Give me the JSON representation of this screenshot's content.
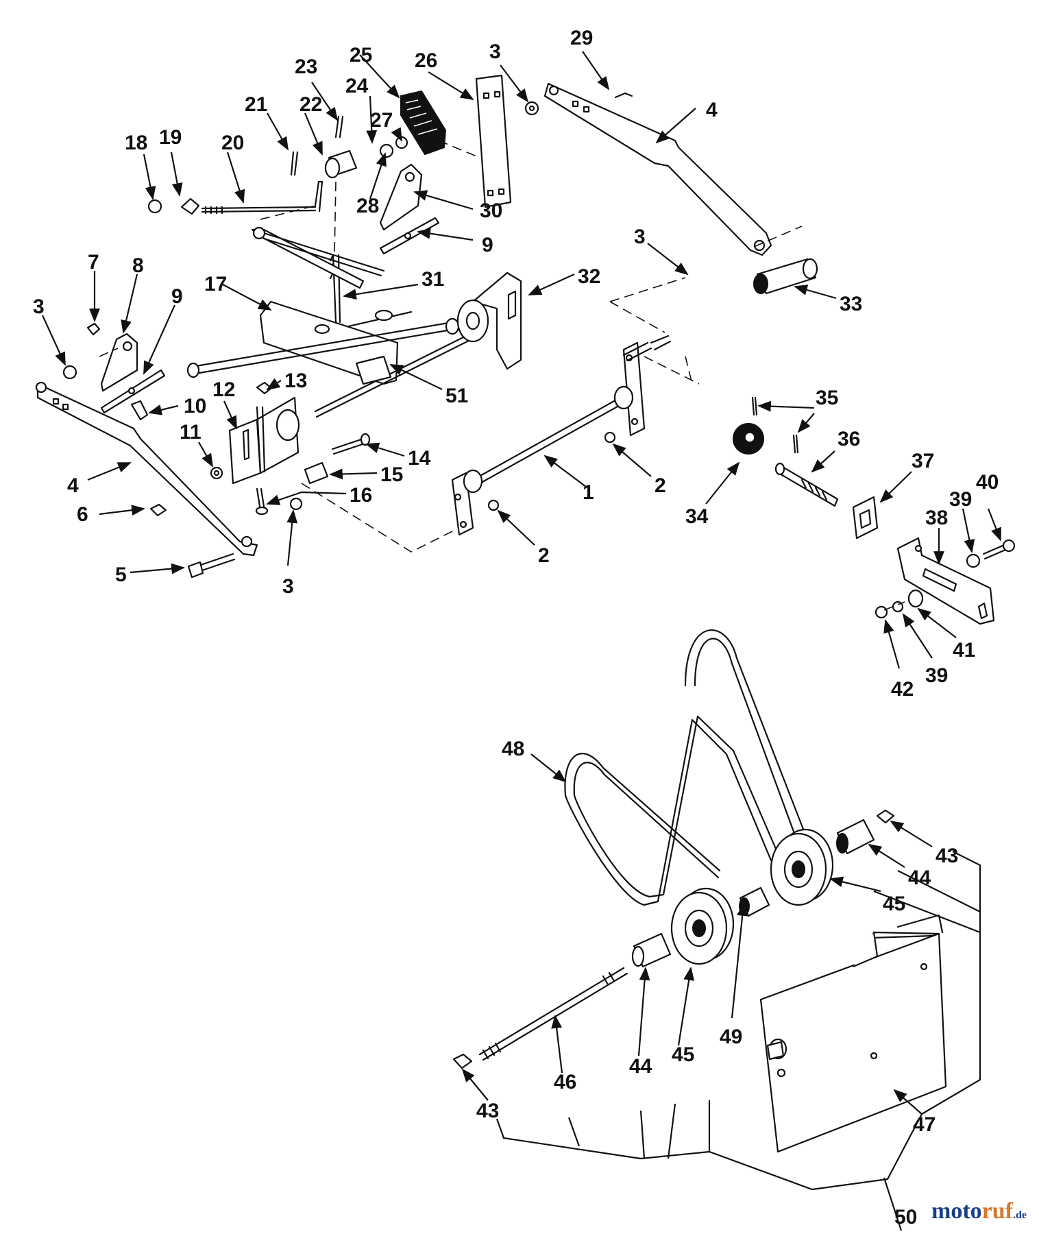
{
  "diagram": {
    "callouts": [
      {
        "id": "c18",
        "label": "18"
      },
      {
        "id": "c19",
        "label": "19"
      },
      {
        "id": "c20",
        "label": "20"
      },
      {
        "id": "c21",
        "label": "21"
      },
      {
        "id": "c22",
        "label": "22"
      },
      {
        "id": "c23",
        "label": "23"
      },
      {
        "id": "c24",
        "label": "24"
      },
      {
        "id": "c25",
        "label": "25"
      },
      {
        "id": "c26",
        "label": "26"
      },
      {
        "id": "c27",
        "label": "27"
      },
      {
        "id": "c28",
        "label": "28"
      },
      {
        "id": "c3a",
        "label": "3"
      },
      {
        "id": "c29",
        "label": "29"
      },
      {
        "id": "c4a",
        "label": "4"
      },
      {
        "id": "c30",
        "label": "30"
      },
      {
        "id": "c9a",
        "label": "9"
      },
      {
        "id": "c3b",
        "label": "3"
      },
      {
        "id": "c33",
        "label": "33"
      },
      {
        "id": "c32",
        "label": "32"
      },
      {
        "id": "c31",
        "label": "31"
      },
      {
        "id": "c17",
        "label": "17"
      },
      {
        "id": "c7",
        "label": "7"
      },
      {
        "id": "c8",
        "label": "8"
      },
      {
        "id": "c3c",
        "label": "3"
      },
      {
        "id": "c9b",
        "label": "9"
      },
      {
        "id": "c10",
        "label": "10"
      },
      {
        "id": "c51",
        "label": "51"
      },
      {
        "id": "c13",
        "label": "13"
      },
      {
        "id": "c12",
        "label": "12"
      },
      {
        "id": "c11",
        "label": "11"
      },
      {
        "id": "c14",
        "label": "14"
      },
      {
        "id": "c15",
        "label": "15"
      },
      {
        "id": "c4b",
        "label": "4"
      },
      {
        "id": "c16",
        "label": "16"
      },
      {
        "id": "c6",
        "label": "6"
      },
      {
        "id": "c5",
        "label": "5"
      },
      {
        "id": "c3d",
        "label": "3"
      },
      {
        "id": "c1",
        "label": "1"
      },
      {
        "id": "c2a",
        "label": "2"
      },
      {
        "id": "c2b",
        "label": "2"
      },
      {
        "id": "c35",
        "label": "35"
      },
      {
        "id": "c36",
        "label": "36"
      },
      {
        "id": "c34",
        "label": "34"
      },
      {
        "id": "c37",
        "label": "37"
      },
      {
        "id": "c38",
        "label": "38"
      },
      {
        "id": "c39a",
        "label": "39"
      },
      {
        "id": "c40",
        "label": "40"
      },
      {
        "id": "c41",
        "label": "41"
      },
      {
        "id": "c39b",
        "label": "39"
      },
      {
        "id": "c42",
        "label": "42"
      },
      {
        "id": "c48",
        "label": "48"
      },
      {
        "id": "c43a",
        "label": "43"
      },
      {
        "id": "c44a",
        "label": "44"
      },
      {
        "id": "c45a",
        "label": "45"
      },
      {
        "id": "c49",
        "label": "49"
      },
      {
        "id": "c45b",
        "label": "45"
      },
      {
        "id": "c44b",
        "label": "44"
      },
      {
        "id": "c46",
        "label": "46"
      },
      {
        "id": "c43b",
        "label": "43"
      },
      {
        "id": "c47",
        "label": "47"
      },
      {
        "id": "c50",
        "label": "50"
      }
    ]
  },
  "watermark": {
    "part_a": "moto",
    "part_b": "ruf",
    "part_c": ".de"
  }
}
